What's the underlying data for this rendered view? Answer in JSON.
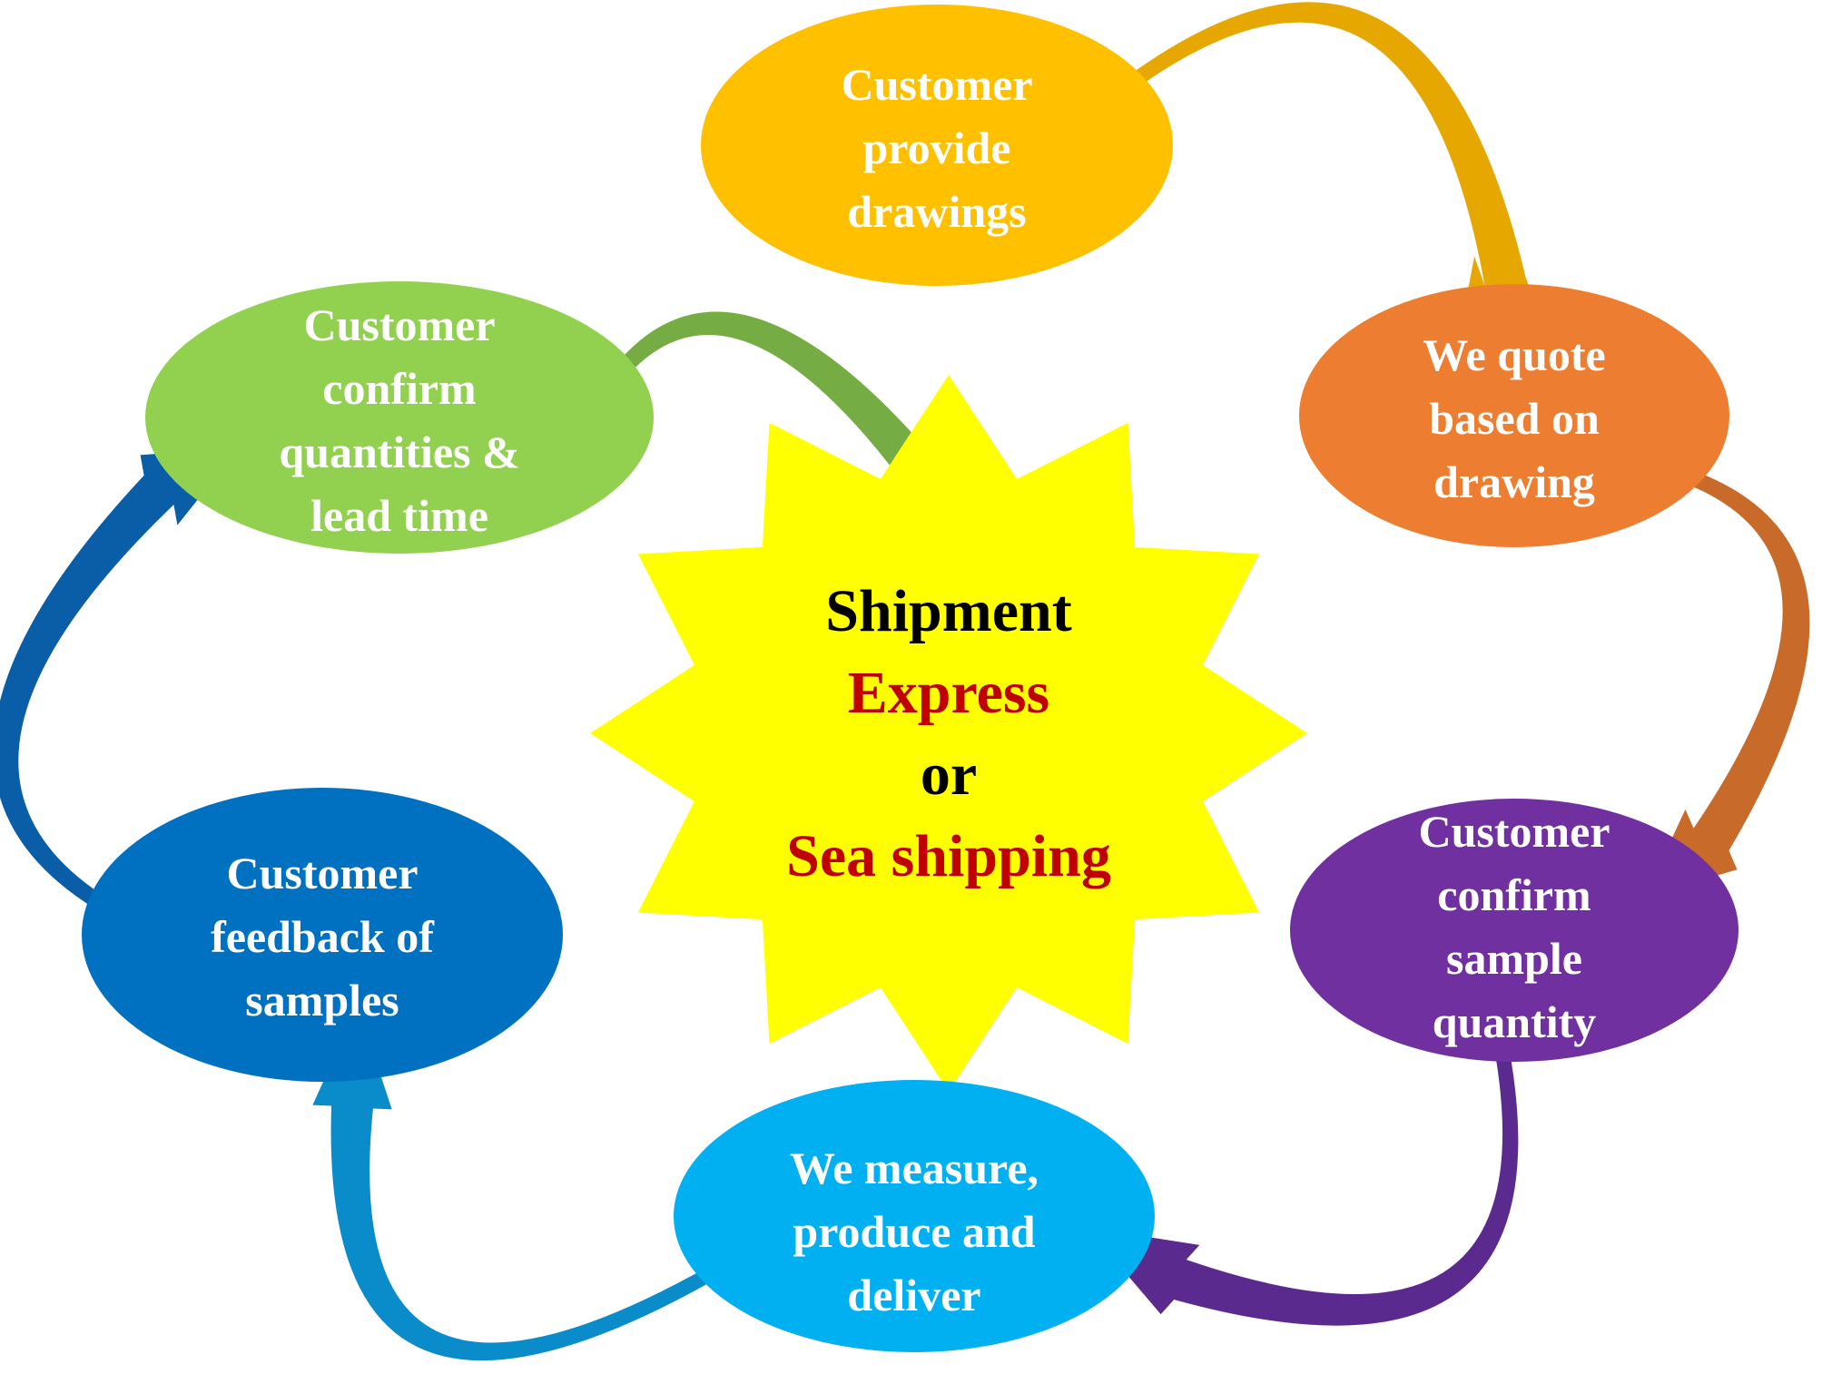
{
  "title": "",
  "steps": [
    {
      "id": "provide-drawings",
      "lines": [
        "Customer",
        "provide",
        "drawings"
      ],
      "color": "#FFC000",
      "arrow_color": "#E6A800"
    },
    {
      "id": "quote",
      "lines": [
        "We quote",
        "based on",
        "drawing"
      ],
      "color": "#ED7D31",
      "arrow_color": "#C86A2A"
    },
    {
      "id": "confirm-sample-quantity",
      "lines": [
        "Customer",
        "confirm",
        "sample",
        "quantity"
      ],
      "color": "#7030A0",
      "arrow_color": "#5B2A8E"
    },
    {
      "id": "measure-produce-deliver",
      "lines": [
        "We measure,",
        "produce and",
        "deliver"
      ],
      "color": "#00B0F0",
      "arrow_color": "#0A8CCB"
    },
    {
      "id": "feedback-samples",
      "lines": [
        "Customer",
        "feedback of",
        "samples"
      ],
      "color": "#0070C0",
      "arrow_color": "#0A5EA8"
    },
    {
      "id": "confirm-quantities-lead-time",
      "lines": [
        "Customer",
        "confirm",
        "quantities &",
        "lead time"
      ],
      "color": "#92D050",
      "arrow_color": "#76AC44"
    }
  ],
  "center": {
    "lines": [
      {
        "text": "Shipment",
        "color": "#000000"
      },
      {
        "text": "Express",
        "color": "#C00000"
      },
      {
        "text": "or",
        "color": "#000000"
      },
      {
        "text": "Sea shipping",
        "color": "#C00000"
      }
    ],
    "fill": "#FFFF00"
  }
}
